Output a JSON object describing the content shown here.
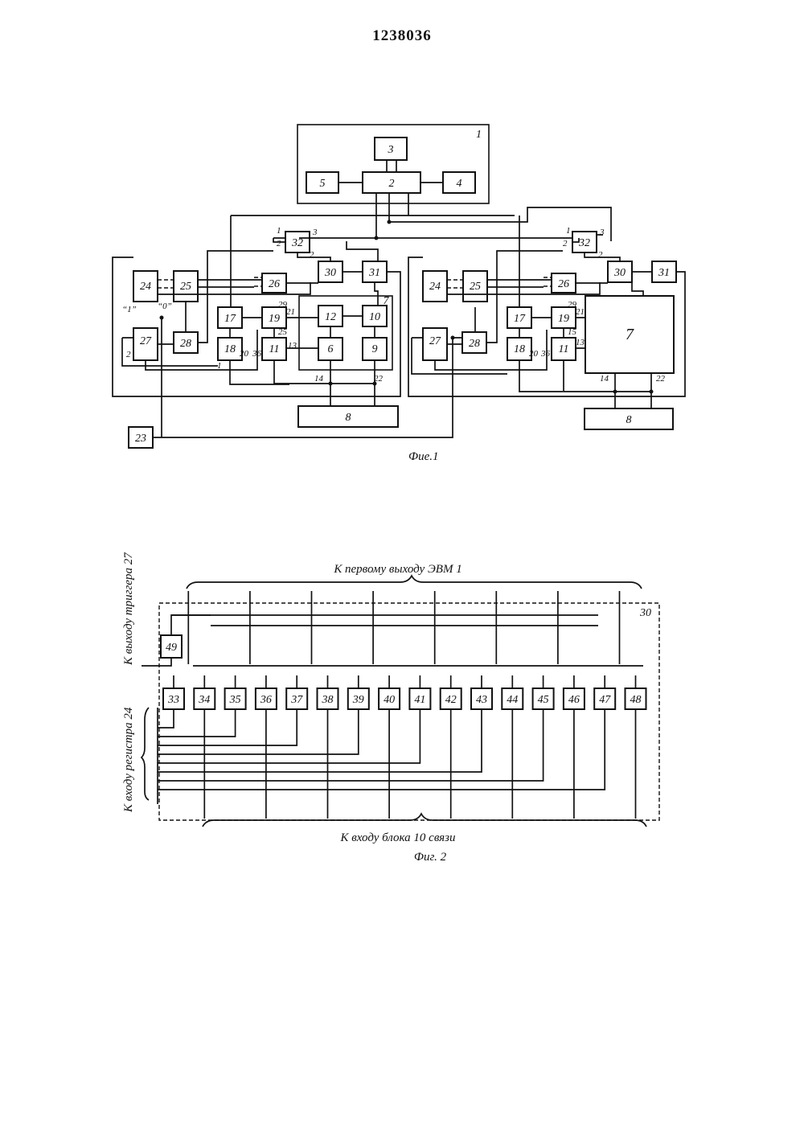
{
  "patent_number": "1238036",
  "figure1": {
    "caption": "Фие.1",
    "frame_label": "1",
    "left_blocks": [
      "2",
      "3",
      "4",
      "5",
      "6",
      "8",
      "9",
      "10",
      "11",
      "12",
      "17",
      "18",
      "19",
      "23",
      "24",
      "25",
      "26",
      "27",
      "28",
      "30",
      "31",
      "32"
    ],
    "right_blocks": [
      "7",
      "8",
      "11",
      "17",
      "18",
      "19",
      "24",
      "25",
      "26",
      "27",
      "28",
      "30",
      "31",
      "32"
    ],
    "pin_labels": [
      "1",
      "2",
      "3",
      "7",
      "13",
      "14",
      "15",
      "20",
      "21",
      "22",
      "25",
      "29",
      "36",
      "“1”",
      "“0”"
    ]
  },
  "figure2": {
    "caption": "Фиг. 2",
    "top_label": "К первому выходу ЭВМ 1",
    "bottom_label": "К входу блока 10 связи",
    "left_label_trigger": "К выходу триггера 27",
    "left_label_register": "К входу регистра 24",
    "frame_label": "30",
    "trigger_block": "49",
    "gates": [
      "33",
      "34",
      "35",
      "36",
      "37",
      "38",
      "39",
      "40",
      "41",
      "42",
      "43",
      "44",
      "45",
      "46",
      "47",
      "48"
    ]
  }
}
